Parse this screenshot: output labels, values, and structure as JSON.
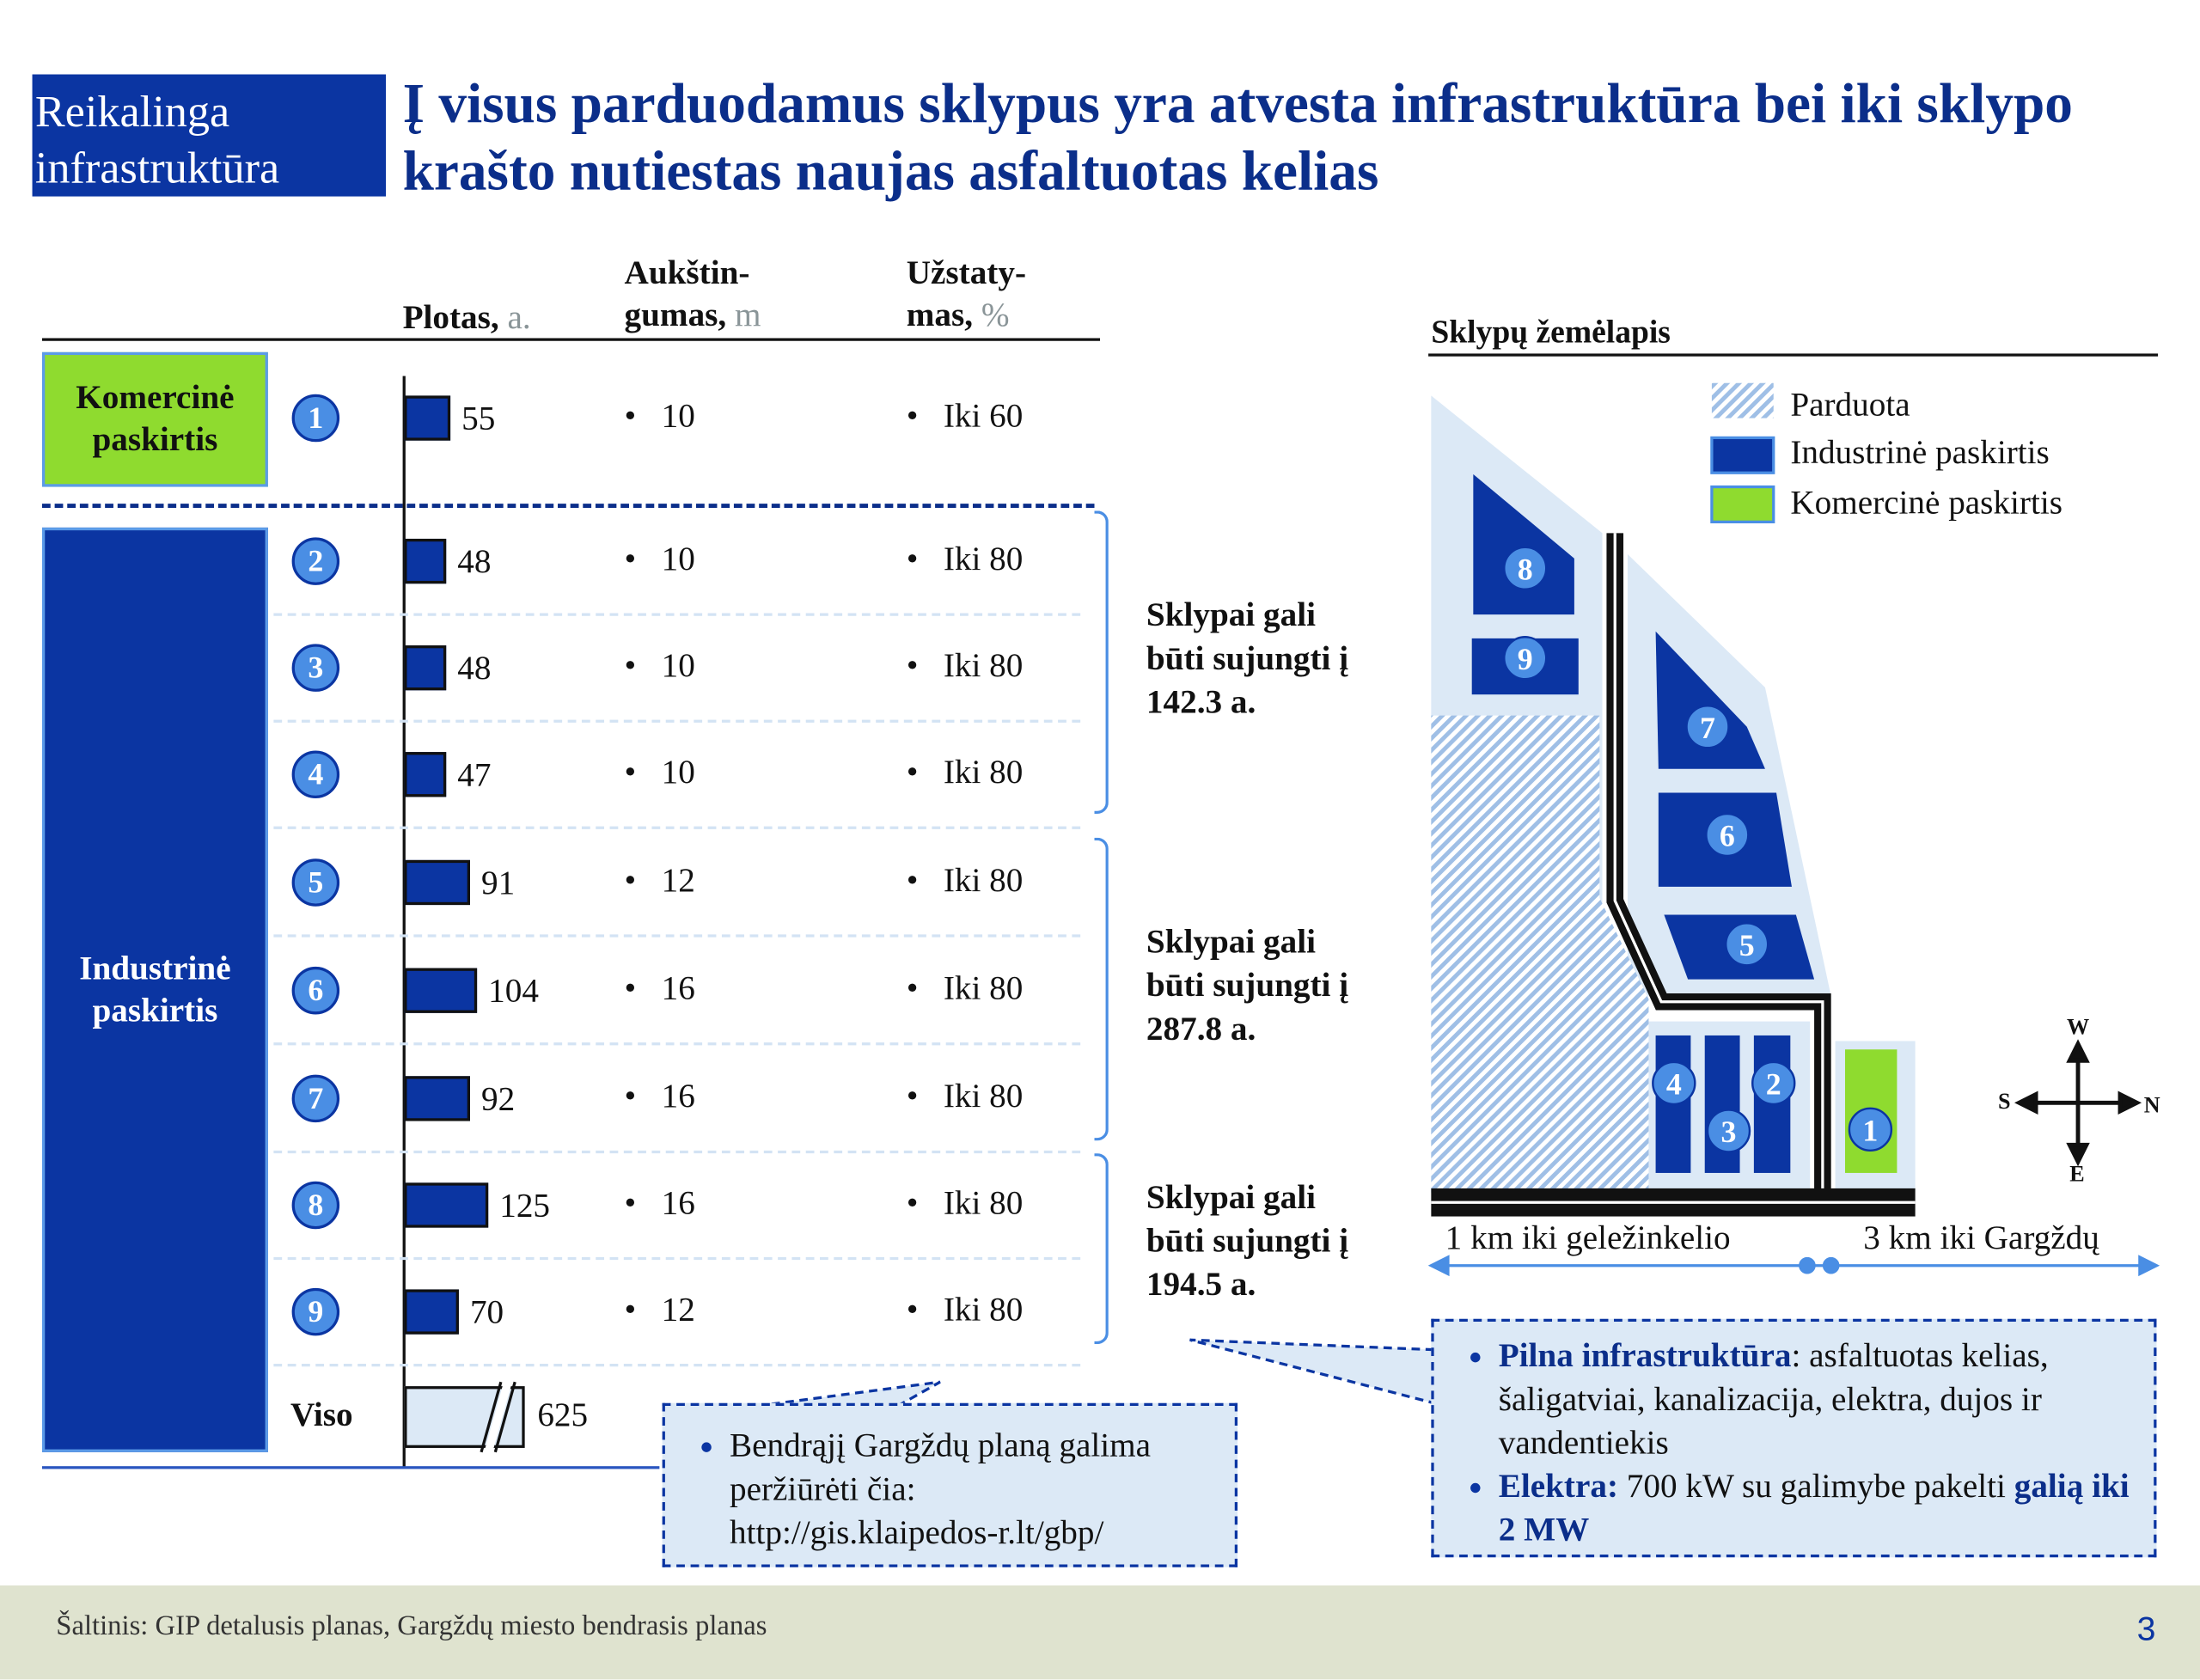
{
  "header": {
    "section_label": "Reikalinga infrastruktūra",
    "title": "Į visus parduodamus sklypus yra atvesta infrastruktūra bei iki sklypo krašto nutiestas naujas asfaltuotas kelias"
  },
  "table": {
    "columns": [
      {
        "label": "Plotas,",
        "unit": "a."
      },
      {
        "label": "Aukštin-\ngumas,",
        "label1": "Aukštin-",
        "label2": "gumas,",
        "unit": "m"
      },
      {
        "label1": "Užstaty-",
        "label2": "mas,",
        "unit": "%"
      }
    ],
    "categories": {
      "commercial": "Komercinė paskirtis",
      "industrial": "Industrinė paskirtis"
    },
    "rows": [
      {
        "id": "1",
        "area": 55,
        "height": "10",
        "coverage": "Iki 60"
      },
      {
        "id": "2",
        "area": 48,
        "height": "10",
        "coverage": "Iki 80"
      },
      {
        "id": "3",
        "area": 48,
        "height": "10",
        "coverage": "Iki 80"
      },
      {
        "id": "4",
        "area": 47,
        "height": "10",
        "coverage": "Iki 80"
      },
      {
        "id": "5",
        "area": 91,
        "height": "12",
        "coverage": "Iki 80"
      },
      {
        "id": "6",
        "area": 104,
        "height": "16",
        "coverage": "Iki 80"
      },
      {
        "id": "7",
        "area": 92,
        "height": "16",
        "coverage": "Iki 80"
      },
      {
        "id": "8",
        "area": 125,
        "height": "16",
        "coverage": "Iki 80"
      },
      {
        "id": "9",
        "area": 70,
        "height": "12",
        "coverage": "Iki 80"
      }
    ],
    "total_label": "Viso",
    "total_value": "625",
    "joins": [
      {
        "l1": "Sklypai gali",
        "l2": "būti sujungti į",
        "l3": "142.3 a."
      },
      {
        "l1": "Sklypai gali",
        "l2": "būti sujungti į",
        "l3": "287.8 a."
      },
      {
        "l1": "Sklypai gali",
        "l2": "būti sujungti į",
        "l3": "194.5 a."
      }
    ]
  },
  "map": {
    "title": "Sklypų žemėlapis",
    "legend": [
      "Parduota",
      "Industrinė paskirtis",
      "Komercinė paskirtis"
    ],
    "compass": {
      "w": "W",
      "s": "S",
      "n": "N",
      "e": "E"
    },
    "dist_left": "1 km iki geležinkelio",
    "dist_right": "3 km iki Gargždų"
  },
  "callouts": {
    "plan": {
      "text": "Bendrąjį Gargždų planą galima peržiūrėti čia:",
      "url": "http://gis.klaipedos-r.lt/gbp/"
    },
    "infra": {
      "b1_bold": "Pilna infrastruktūra",
      "b1_text": ": asfaltuotas kelias, šaligatviai, kanalizacija, elektra, dujos ir vandentiekis",
      "b2_bold": "Elektra:",
      "b2_text": " 700 kW su galimybe pakelti ",
      "b2_bold2": "galią iki 2 MW"
    }
  },
  "footer": {
    "source": "Šaltinis: GIP detalusis planas, Gargždų miesto bendrasis planas",
    "page": "3"
  },
  "colors": {
    "primary": "#0b35a2",
    "accent": "#4a8ee4",
    "commercial": "#8fdb2f",
    "light": "#dce9f6"
  }
}
